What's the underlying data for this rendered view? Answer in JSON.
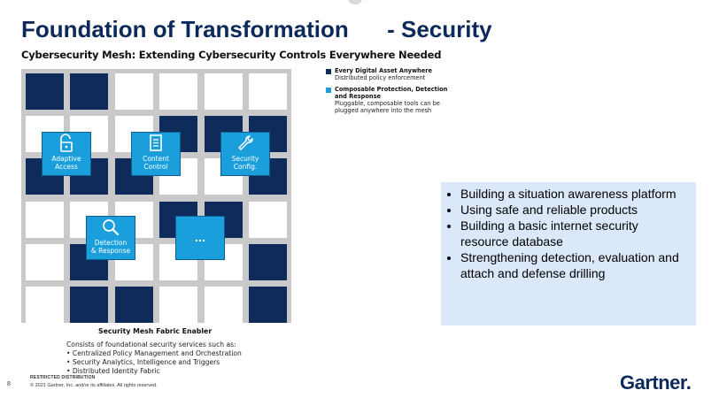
{
  "slide": {
    "title": "Foundation of Transformation      - Security",
    "subtitle": "Cybersecurity Mesh: Extending Cybersecurity Controls Everywhere Needed"
  },
  "legend": {
    "items": [
      {
        "title": "Every Digital Asset Anywhere",
        "description": "Distributed policy enforcement",
        "color": "#0e2b5c"
      },
      {
        "title": "Composable Protection, Detection and Response",
        "description": "Pluggable, composable tools can be plugged anywhere into the mesh",
        "color": "#1a9fdc"
      }
    ]
  },
  "mesh": {
    "colors": {
      "dark": "#0e2b5c",
      "light": "#ffffff",
      "grid": "#c9c9c9",
      "accent": "#1a9fdc"
    },
    "cells": [
      [
        1,
        1,
        0,
        0,
        0,
        0
      ],
      [
        0,
        0,
        0,
        1,
        1,
        1
      ],
      [
        1,
        1,
        1,
        0,
        0,
        1
      ],
      [
        0,
        0,
        0,
        1,
        1,
        0
      ],
      [
        0,
        1,
        0,
        0,
        0,
        1
      ],
      [
        0,
        1,
        1,
        0,
        0,
        1
      ]
    ],
    "capabilities": [
      {
        "label": "Adaptive\nAccess",
        "icon": "unlock-icon"
      },
      {
        "label": "Content\nControl",
        "icon": "document-icon"
      },
      {
        "label": "Security\nConfig.",
        "icon": "wrench-icon"
      },
      {
        "label": "Detection\n& Response",
        "icon": "magnifier-icon"
      },
      {
        "label": "...",
        "icon": ""
      }
    ]
  },
  "fabric": {
    "title": "Security Mesh Fabric Enabler",
    "intro": "Consists of foundational security services such as:",
    "items": [
      "Centralized Policy Management and Orchestration",
      "Security Analytics, Intelligence and Triggers",
      "Distributed Identity Fabric"
    ]
  },
  "callout": {
    "background": "#dbe8f9",
    "items": [
      "Building a situation awareness platform",
      "Using safe and reliable products",
      "Building a basic internet security resource database",
      "Strengthening detection, evaluation and attach and defense drilling"
    ]
  },
  "footer": {
    "page_number": "8",
    "restricted": "RESTRICTED DISTRIBUTION",
    "copyright": "© 2021 Gartner, Inc. and/or its affiliates. All rights reserved.",
    "logo": "Gartner."
  }
}
